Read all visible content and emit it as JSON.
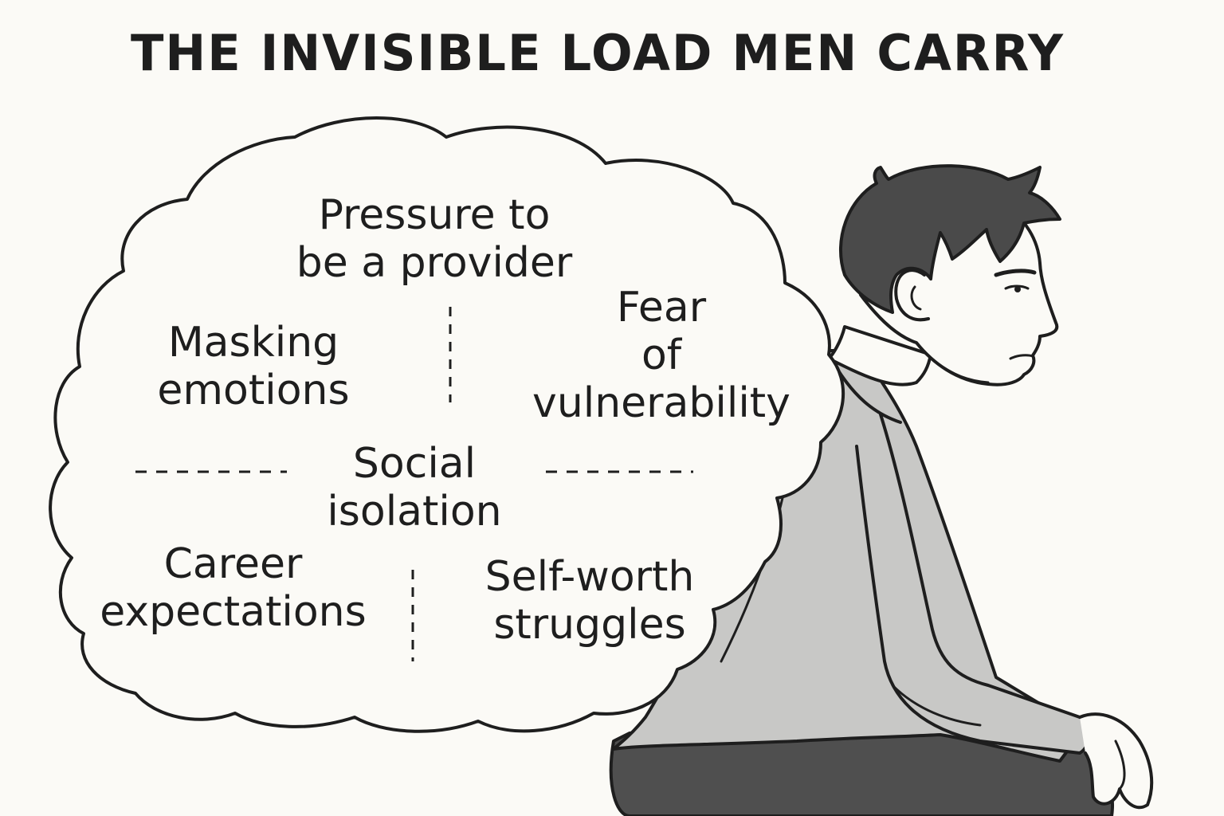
{
  "title": "THE INVISIBLE LOAD MEN CARRY",
  "thought_bubble": {
    "items": [
      {
        "id": "provider",
        "lines": [
          "Pressure to",
          "be a provider"
        ]
      },
      {
        "id": "masking",
        "lines": [
          "Masking",
          "emotions"
        ]
      },
      {
        "id": "fear",
        "lines": [
          "Fear",
          "of",
          "vulnerability"
        ]
      },
      {
        "id": "isolation",
        "lines": [
          "Social",
          "isolation"
        ]
      },
      {
        "id": "career",
        "lines": [
          "Career",
          "expectations"
        ]
      },
      {
        "id": "selfworth",
        "lines": [
          "Self-worth",
          "struggles"
        ]
      }
    ]
  },
  "colors": {
    "background": "#fbfaf6",
    "ink": "#1e1e1e",
    "hair": "#4a4a4a",
    "shirt": "#c8c8c6",
    "pants": "#4f4f4f"
  },
  "icons": [
    "thought-bubble-icon",
    "sitting-man-icon"
  ]
}
